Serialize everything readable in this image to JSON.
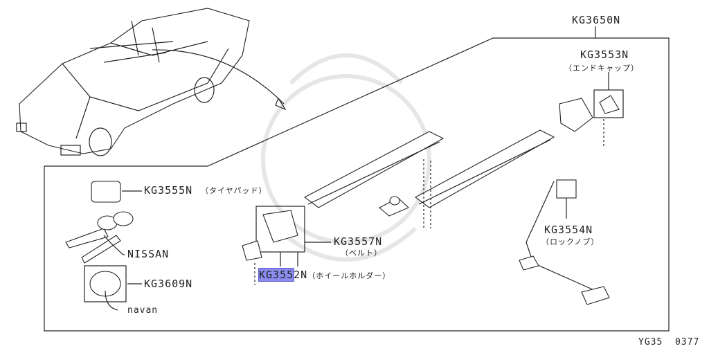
{
  "assembly": {
    "label": "KG3650N"
  },
  "parts": {
    "end_cap": {
      "code": "KG3553N",
      "name": "（エンドキャップ）"
    },
    "tire_pad": {
      "code": "KG3555N",
      "name": "（タイヤパッド）"
    },
    "belt": {
      "code": "KG3557N",
      "name": "（ベルト）"
    },
    "lock_knob": {
      "code": "KG3554N",
      "name": "（ロックノブ）"
    },
    "key_cover": {
      "code": "KG3609N"
    },
    "wheel_holder": {
      "code_highlighted": "KG355",
      "code_rest": "2N",
      "name": "（ホイールホルダー）"
    }
  },
  "key_labels": {
    "nissan": "NISSAN",
    "navan": "navan"
  },
  "drawing_id": "YG35  0377"
}
